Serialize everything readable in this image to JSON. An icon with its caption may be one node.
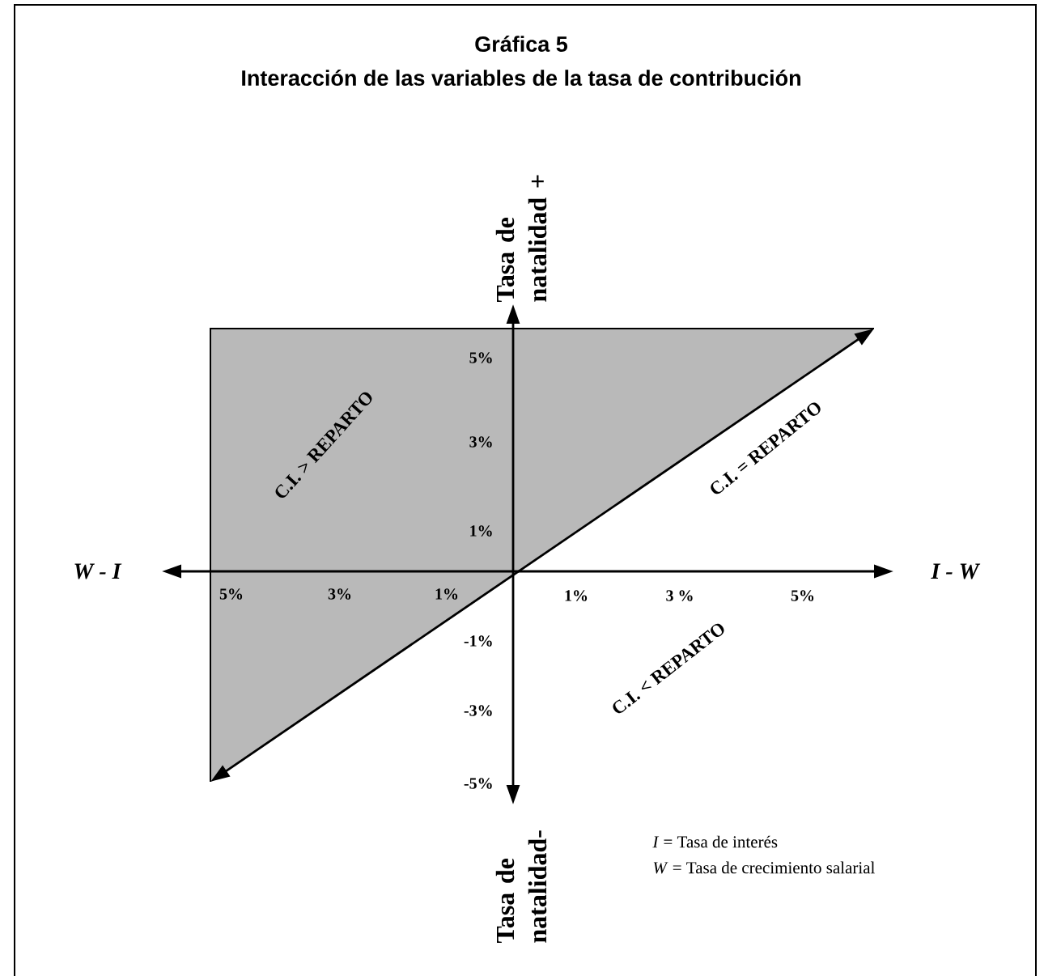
{
  "diagram": {
    "title": "Gráfica 5",
    "labels": [
      "Interacción de las variables de la tasa de contribución",
      "Tasa de natalidad +",
      "5%",
      "3%",
      "1%",
      "C.I. > REPARTO",
      "C.I. = REPARTO",
      "W - I",
      "I - W",
      "5%",
      "3%",
      "1%",
      "1%",
      "3 %",
      "5%",
      "-1%",
      "-3%",
      "-5%",
      "C.I. < REPARTO",
      "Tasa de natalidad-",
      "*I* = Tasa de interés",
      "*W* = Tasa de crecimiento salarial"
    ]
  }
}
